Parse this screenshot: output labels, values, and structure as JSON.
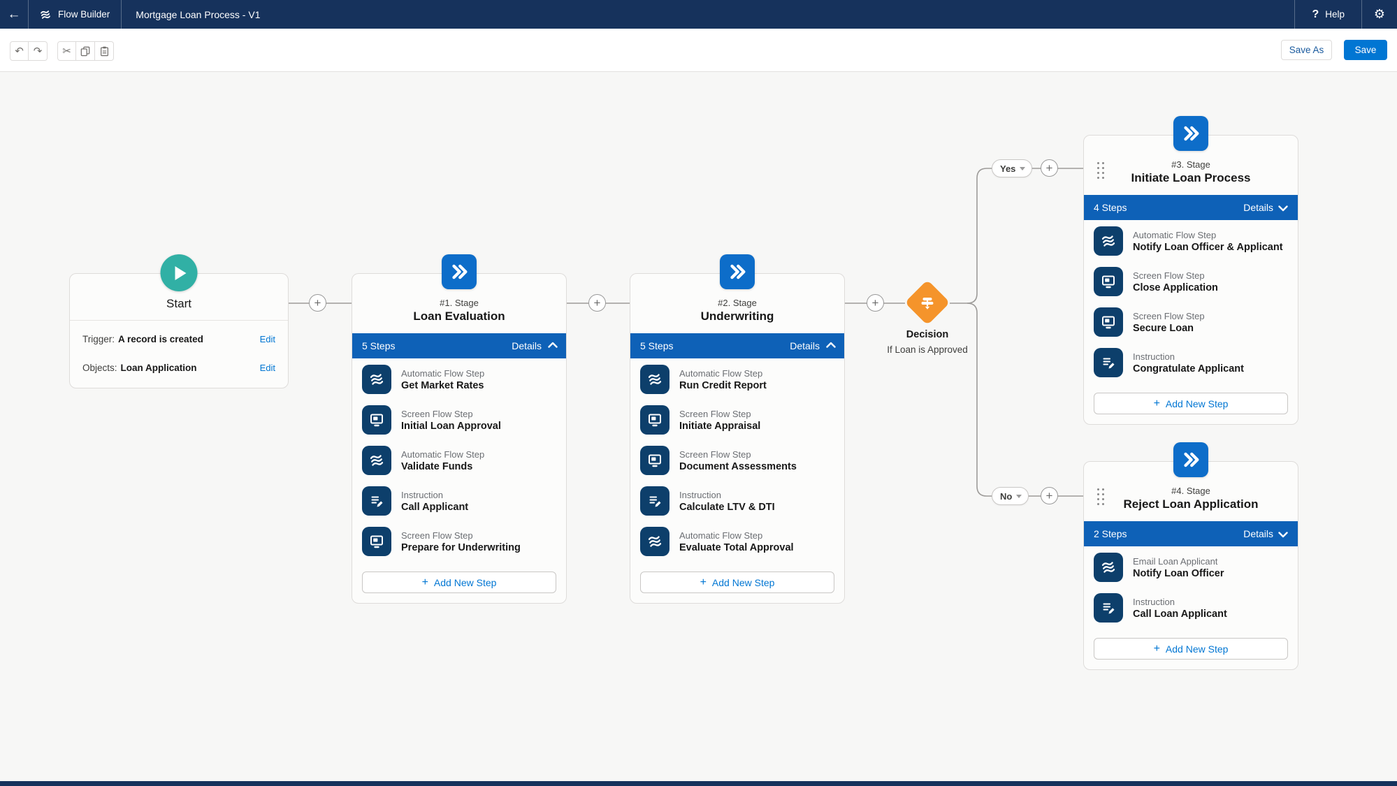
{
  "header": {
    "back_icon": "←",
    "app_name": "Flow Builder",
    "flow_title": "Mortgage Loan Process - V1",
    "help_icon": "?",
    "help_label": "Help",
    "gear_icon": "⚙"
  },
  "toolbar": {
    "undo_icon": "↶",
    "redo_icon": "↷",
    "cut_icon": "✂",
    "save_as_label": "Save As",
    "save_label": "Save"
  },
  "icons": {
    "plus": "+"
  },
  "start": {
    "title": "Start",
    "rows": [
      {
        "label": "Trigger:",
        "value": "A record is created",
        "action": "Edit"
      },
      {
        "label": "Objects:",
        "value": "Loan Application",
        "action": "Edit"
      }
    ]
  },
  "decision": {
    "type_label": "Decision",
    "condition": "If Loan is Approved",
    "outcomes": [
      {
        "label": "Yes"
      },
      {
        "label": "No"
      }
    ]
  },
  "stages": [
    {
      "number_label": "#1. Stage",
      "title": "Loan Evaluation",
      "steps_count_label": "5 Steps",
      "details_label": "Details",
      "details_chevron": "up",
      "has_drag_handle": false,
      "add_step_label": "Add New Step",
      "steps": [
        {
          "icon": "flow",
          "type": "Automatic Flow Step",
          "name": "Get Market Rates"
        },
        {
          "icon": "screen",
          "type": "Screen Flow Step",
          "name": "Initial Loan Approval"
        },
        {
          "icon": "flow",
          "type": "Automatic Flow Step",
          "name": "Validate Funds"
        },
        {
          "icon": "instruction",
          "type": "Instruction",
          "name": "Call Applicant"
        },
        {
          "icon": "screen",
          "type": "Screen Flow Step",
          "name": "Prepare for Underwriting"
        }
      ]
    },
    {
      "number_label": "#2. Stage",
      "title": "Underwriting",
      "steps_count_label": "5 Steps",
      "details_label": "Details",
      "details_chevron": "up",
      "has_drag_handle": false,
      "add_step_label": "Add New Step",
      "steps": [
        {
          "icon": "flow",
          "type": "Automatic Flow Step",
          "name": "Run Credit Report"
        },
        {
          "icon": "screen",
          "type": "Screen Flow Step",
          "name": "Initiate Appraisal"
        },
        {
          "icon": "screen",
          "type": "Screen Flow Step",
          "name": "Document Assessments"
        },
        {
          "icon": "instruction",
          "type": "Instruction",
          "name": "Calculate LTV & DTI"
        },
        {
          "icon": "flow",
          "type": "Automatic Flow Step",
          "name": "Evaluate Total Approval"
        }
      ]
    },
    {
      "number_label": "#3. Stage",
      "title": "Initiate Loan Process",
      "steps_count_label": "4 Steps",
      "details_label": "Details",
      "details_chevron": "down",
      "has_drag_handle": true,
      "add_step_label": "Add New Step",
      "steps": [
        {
          "icon": "flow",
          "type": "Automatic Flow Step",
          "name": "Notify Loan Officer & Applicant"
        },
        {
          "icon": "screen",
          "type": "Screen Flow Step",
          "name": "Close Application"
        },
        {
          "icon": "screen",
          "type": "Screen Flow Step",
          "name": "Secure Loan"
        },
        {
          "icon": "instruction",
          "type": "Instruction",
          "name": "Congratulate Applicant"
        }
      ]
    },
    {
      "number_label": "#4. Stage",
      "title": "Reject Loan Application",
      "steps_count_label": "2 Steps",
      "details_label": "Details",
      "details_chevron": "down",
      "has_drag_handle": true,
      "add_step_label": "Add New Step",
      "steps": [
        {
          "icon": "flow",
          "type": "Email Loan Applicant",
          "name": "Notify Loan Officer"
        },
        {
          "icon": "instruction",
          "type": "Instruction",
          "name": "Call Loan Applicant"
        }
      ]
    }
  ],
  "colors": {
    "header_bg": "#16325c",
    "stage_bar_blue": "#0e61b7",
    "stage_icon_blue": "#0d6dc9",
    "step_icon_navy": "#0d3f6b",
    "accent_blue": "#0176d3",
    "decision_orange": "#f5942b",
    "start_teal": "#31b0a5"
  }
}
